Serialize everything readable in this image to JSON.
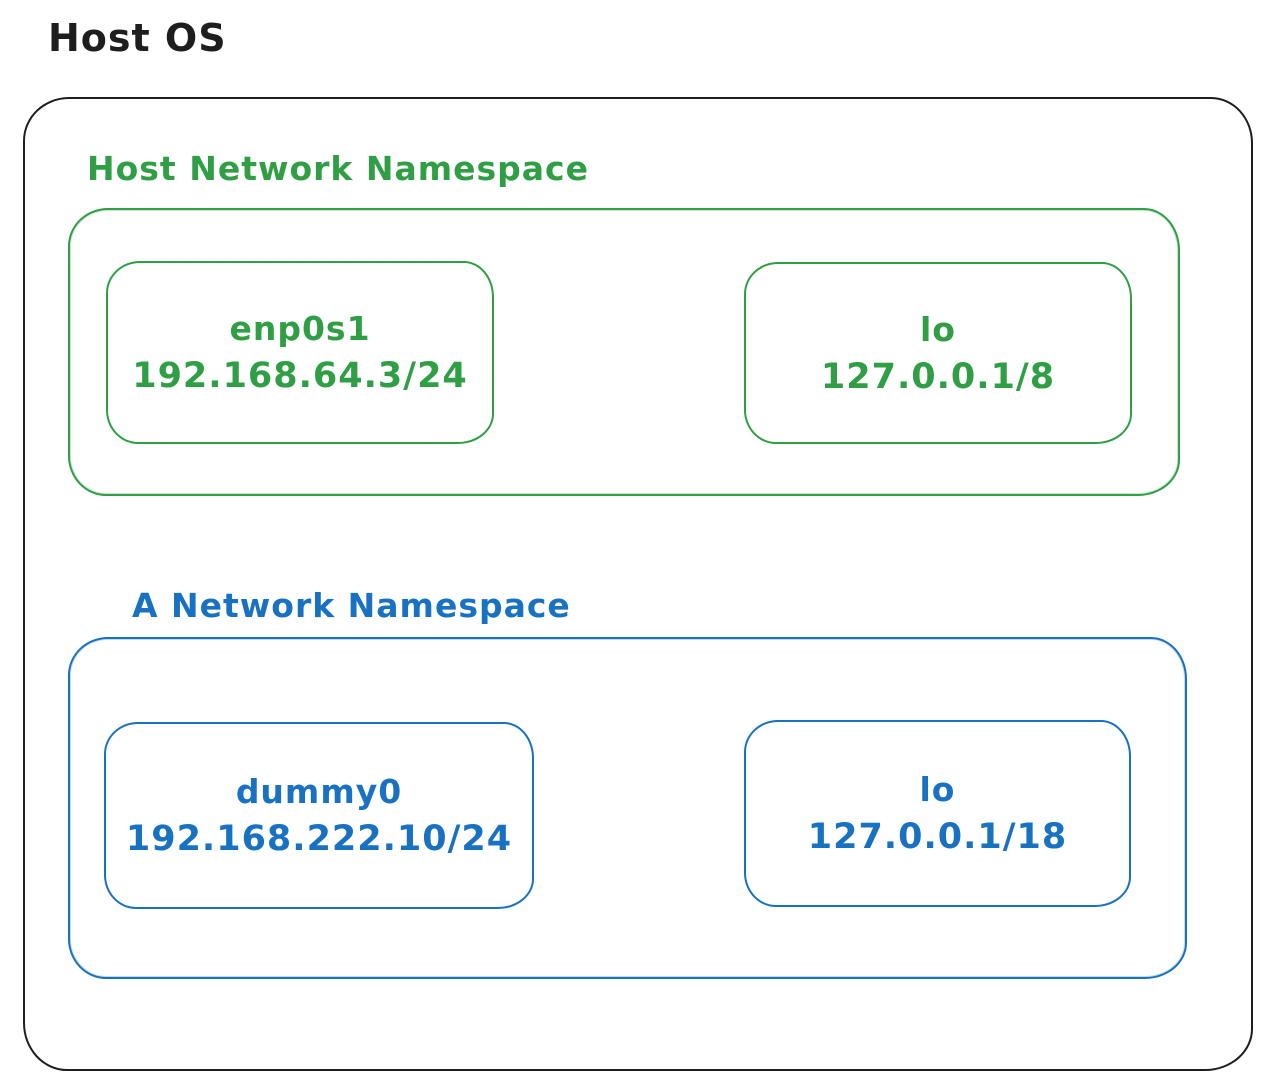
{
  "title": "Host OS",
  "colors": {
    "outline": "#1e1e1e",
    "host_namespace_accent": "#2f9e44",
    "a_namespace_accent": "#1971c2",
    "background": "#ffffff"
  },
  "namespaces": [
    {
      "label": "Host Network Namespace",
      "color": "#2f9e44",
      "interfaces": [
        {
          "name": "enp0s1",
          "address": "192.168.64.3/24"
        },
        {
          "name": "lo",
          "address": "127.0.0.1/8"
        }
      ]
    },
    {
      "label": "A Network Namespace",
      "color": "#1971c2",
      "interfaces": [
        {
          "name": "dummy0",
          "address": "192.168.222.10/24"
        },
        {
          "name": "lo",
          "address": "127.0.0.1/18"
        }
      ]
    }
  ]
}
